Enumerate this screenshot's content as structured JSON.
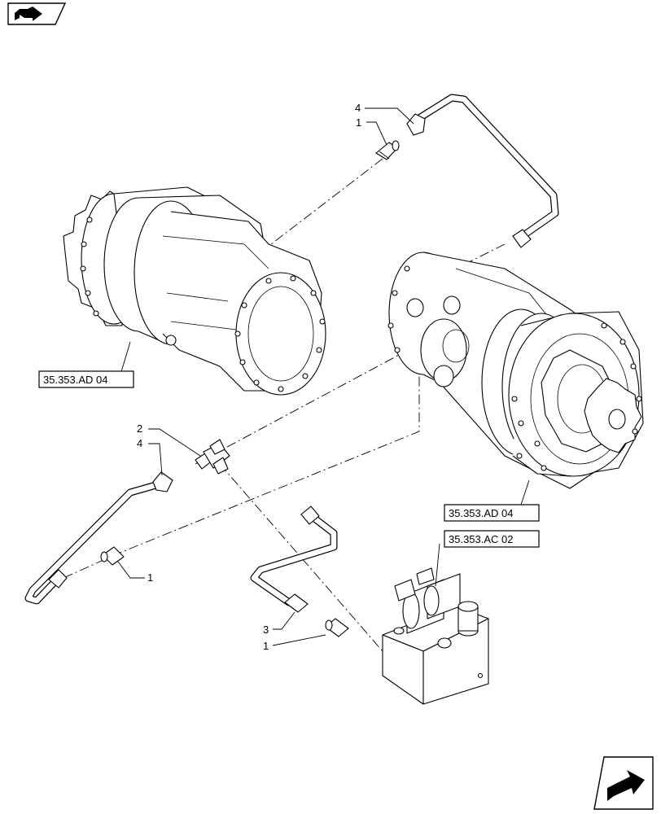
{
  "callouts": {
    "top_4": "4",
    "top_1": "1",
    "tee_2": "2",
    "left_4": "4",
    "left_1": "1",
    "bottom_3": "3",
    "bottom_1": "1"
  },
  "references": {
    "left_motor": "35.353.AD 04",
    "right_motor": "35.353.AD 04",
    "valve_block": "35.353.AC 02"
  },
  "icons": {
    "top_left": "book-arrow-icon",
    "bottom_right": "next-page-arrow-icon"
  }
}
